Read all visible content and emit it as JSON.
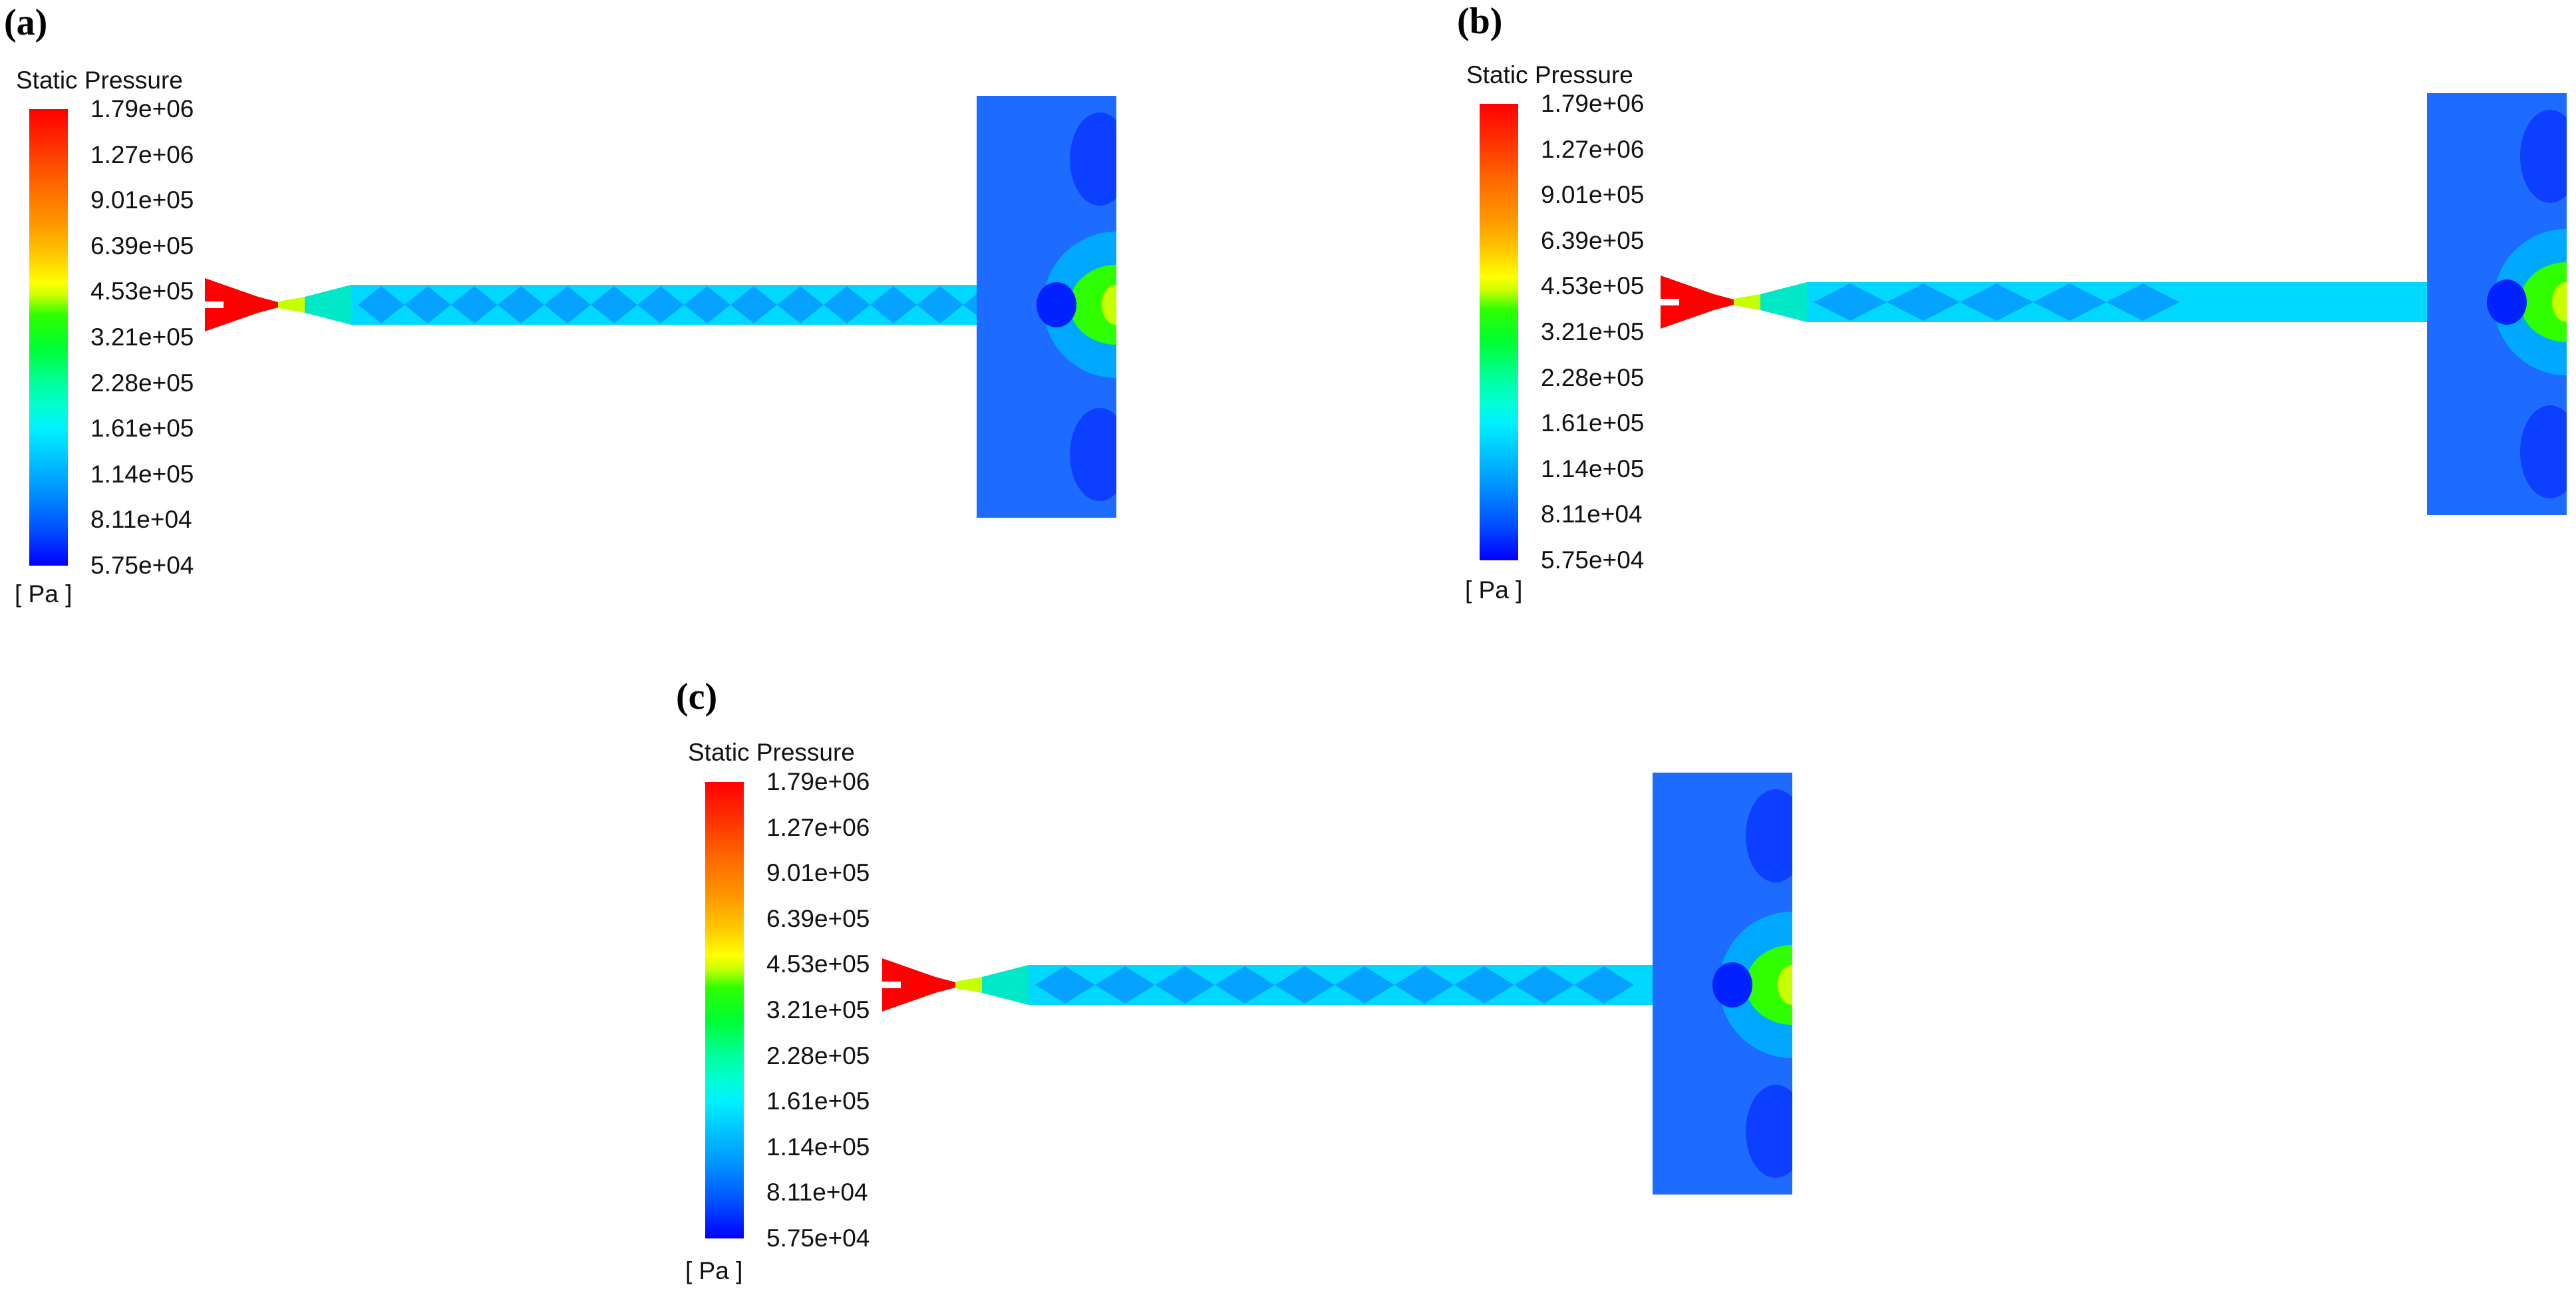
{
  "legend": {
    "title": "Static Pressure",
    "unit": "[ Pa ]",
    "ticks": [
      "1.79e+06",
      "1.27e+06",
      "9.01e+05",
      "6.39e+05",
      "4.53e+05",
      "3.21e+05",
      "2.28e+05",
      "1.61e+05",
      "1.14e+05",
      "8.11e+04",
      "5.75e+04"
    ],
    "colors": [
      "#ff0000",
      "#ff6400",
      "#ffc800",
      "#c8ff00",
      "#30ff00",
      "#00ff9c",
      "#00ffd0",
      "#00f0ff",
      "#00c0ff",
      "#0050ff",
      "#0000ff"
    ]
  },
  "panels": [
    {
      "label": "(a)"
    },
    {
      "label": "(b)"
    },
    {
      "label": "(c)"
    }
  ],
  "colors": {
    "high": "#ff0000",
    "nozzle_throat": "#c8ff00",
    "jet_core": "#00d8ff",
    "chamber": "#1e6cff",
    "chamber_low": "#0022ff",
    "impact": "#30ff00"
  }
}
